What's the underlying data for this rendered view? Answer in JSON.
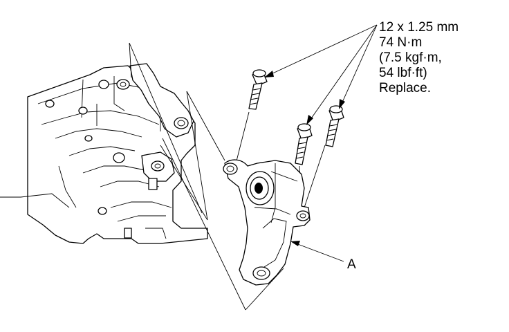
{
  "specification": {
    "lines": [
      "12 x 1.25 mm",
      "74 N·m",
      "(7.5 kgf·m,",
      "54 lbf·ft)",
      "Replace."
    ]
  },
  "callouts": {
    "part_a": "A"
  },
  "colors": {
    "line": "#000000",
    "background": "#ffffff"
  }
}
